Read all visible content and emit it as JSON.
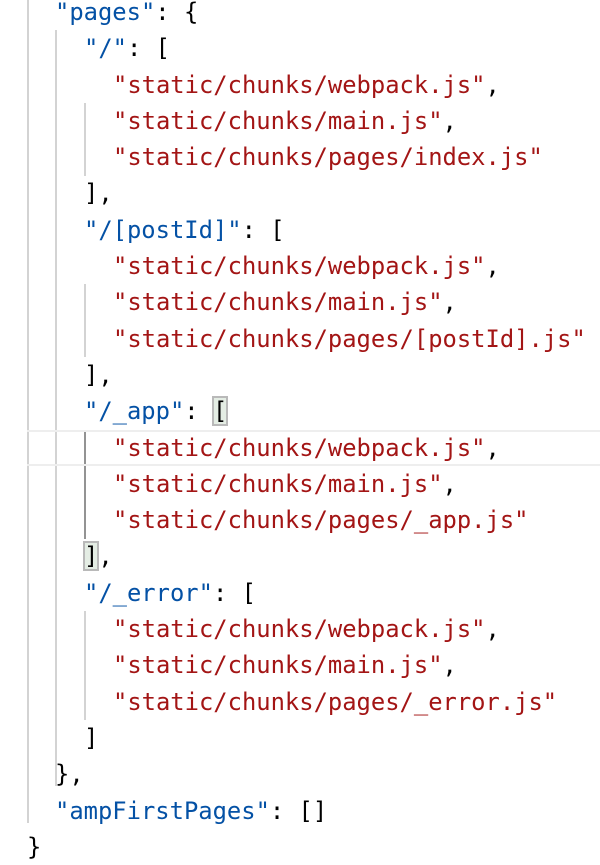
{
  "editor": {
    "language": "json",
    "current_line_index": 12,
    "colors": {
      "key": "#0451a5",
      "string": "#a31515",
      "punctuation": "#000000",
      "bracket_match_bg": "#e4ede4"
    },
    "lines": [
      {
        "indent": 1,
        "key": "\"pages\"",
        "tail": ": {"
      },
      {
        "indent": 2,
        "key": "\"/\"",
        "tail": ": ["
      },
      {
        "indent": 3,
        "str": "\"static/chunks/webpack.js\"",
        "tail": ","
      },
      {
        "indent": 3,
        "str": "\"static/chunks/main.js\"",
        "tail": ","
      },
      {
        "indent": 3,
        "str": "\"static/chunks/pages/index.js\"",
        "tail": ""
      },
      {
        "indent": 2,
        "punct": "],"
      },
      {
        "indent": 2,
        "key": "\"/[postId]\"",
        "tail": ": ["
      },
      {
        "indent": 3,
        "str": "\"static/chunks/webpack.js\"",
        "tail": ","
      },
      {
        "indent": 3,
        "str": "\"static/chunks/main.js\"",
        "tail": ","
      },
      {
        "indent": 3,
        "str": "\"static/chunks/pages/[postId].js\"",
        "tail": ""
      },
      {
        "indent": 2,
        "punct": "],"
      },
      {
        "indent": 2,
        "key": "\"/_app\"",
        "tail": ": ",
        "match": "["
      },
      {
        "indent": 3,
        "str": "\"static/chunks/webpack.js\"",
        "tail": ","
      },
      {
        "indent": 3,
        "str": "\"static/chunks/main.js\"",
        "tail": ","
      },
      {
        "indent": 3,
        "str": "\"static/chunks/pages/_app.js\"",
        "tail": ""
      },
      {
        "indent": 2,
        "match": "]",
        "tail": ","
      },
      {
        "indent": 2,
        "key": "\"/_error\"",
        "tail": ": ["
      },
      {
        "indent": 3,
        "str": "\"static/chunks/webpack.js\"",
        "tail": ","
      },
      {
        "indent": 3,
        "str": "\"static/chunks/main.js\"",
        "tail": ","
      },
      {
        "indent": 3,
        "str": "\"static/chunks/pages/_error.js\"",
        "tail": ""
      },
      {
        "indent": 2,
        "punct": "]"
      },
      {
        "indent": 1,
        "punct": "},"
      },
      {
        "indent": 1,
        "key": "\"ampFirstPages\"",
        "tail": ": []"
      },
      {
        "indent": 0,
        "punct": "}"
      }
    ]
  }
}
